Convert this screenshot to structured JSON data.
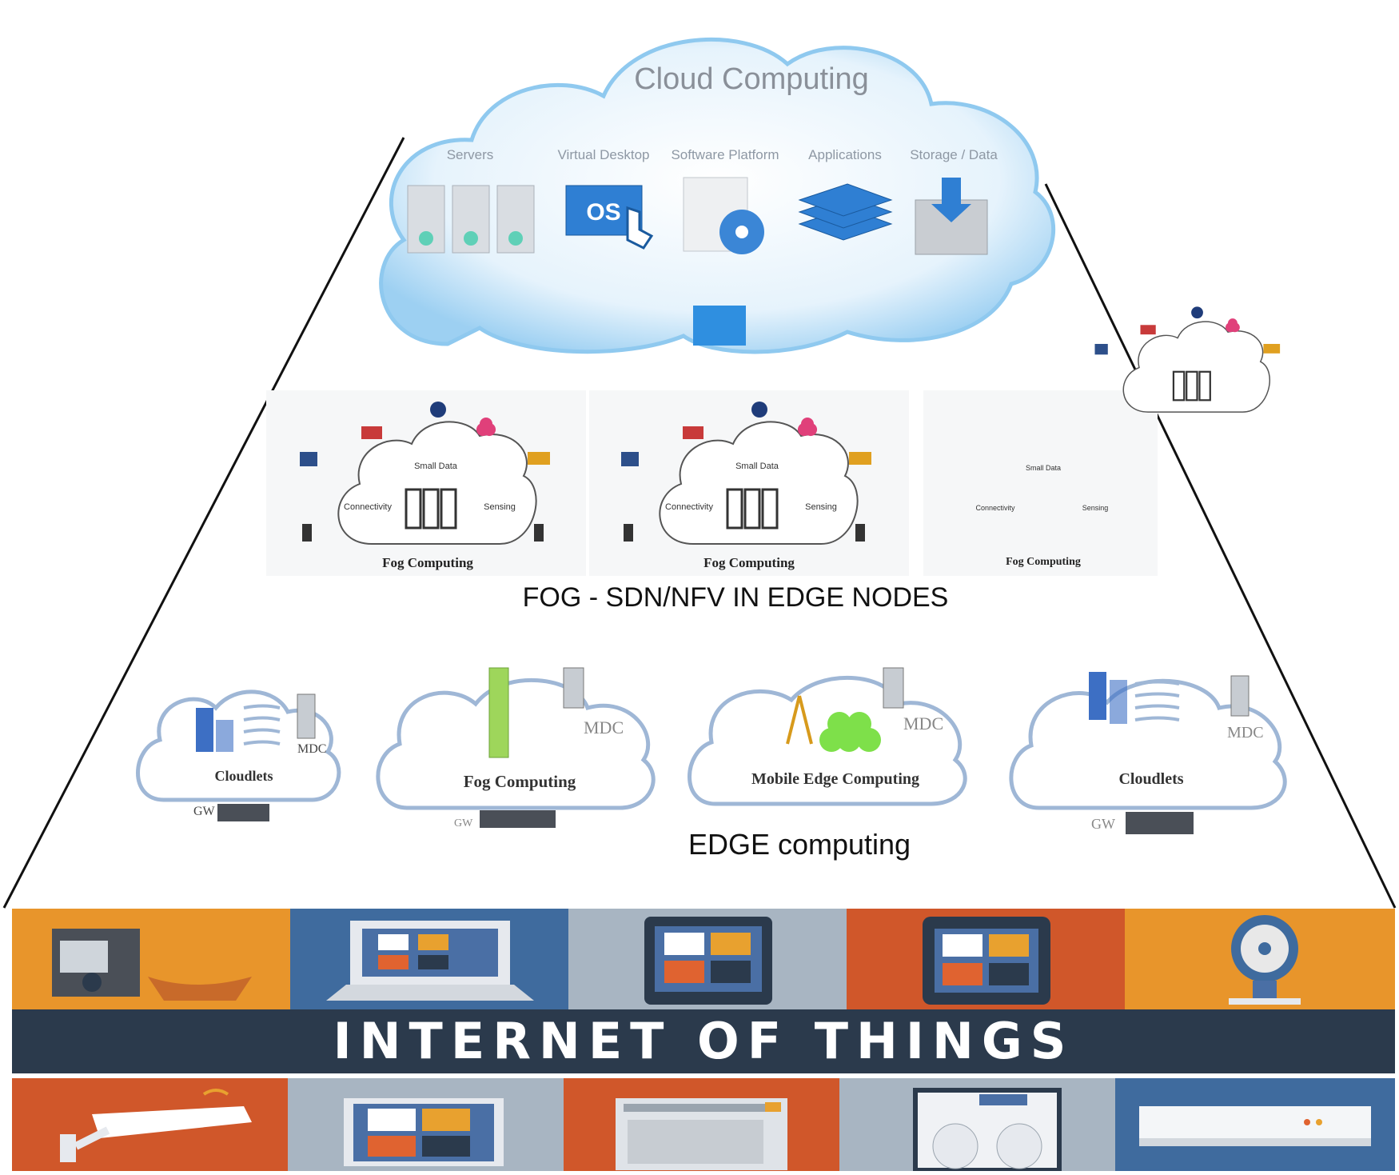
{
  "cloud": {
    "title": "Cloud Computing",
    "services": [
      {
        "label": "Servers",
        "icon": "servers-icon"
      },
      {
        "label": "Virtual Desktop",
        "icon": "virtual-desktop-icon",
        "badge": "OS"
      },
      {
        "label": "Software Platform",
        "icon": "software-platform-icon"
      },
      {
        "label": "Applications",
        "icon": "applications-icon"
      },
      {
        "label": "Storage / Data",
        "icon": "storage-icon"
      }
    ]
  },
  "fog": {
    "caption": "FOG - SDN/NFV IN EDGE NODES",
    "panels": [
      {
        "title": "Fog Computing",
        "labels": [
          "Small Data",
          "Connectivity",
          "Sensing"
        ]
      },
      {
        "title": "Fog Computing",
        "labels": [
          "Small Data",
          "Connectivity",
          "Sensing"
        ]
      },
      {
        "title": "Fog Computing",
        "labels": [
          "Small Data",
          "Connectivity",
          "Sensing"
        ]
      }
    ]
  },
  "edge": {
    "caption": "EDGE computing",
    "clouds": [
      {
        "label": "Cloudlets",
        "mdc": "MDC",
        "gw": "GW"
      },
      {
        "label": "Fog Computing",
        "mdc": "MDC",
        "gw": "GW"
      },
      {
        "label": "Mobile Edge Computing",
        "mdc": "MDC",
        "gw": ""
      },
      {
        "label": "Cloudlets",
        "mdc": "MDC",
        "gw": "GW"
      }
    ]
  },
  "iot": {
    "banner": "INTERNET OF THINGS",
    "top_tiles": [
      "coffee-machine-icon",
      "laptop-icon",
      "tablet-icon",
      "smartwatch-icon",
      "fan-icon"
    ],
    "bottom_tiles": [
      "security-camera-icon",
      "monitor-icon",
      "oven-icon",
      "dishwasher-icon",
      "air-conditioner-icon"
    ]
  },
  "colors": {
    "orange": "#e8952b",
    "blue": "#3f6b9e",
    "grey": "#a8b5c2",
    "red": "#d0572a",
    "navy": "#2b3a4c",
    "cloud": "#cfe6f7"
  }
}
